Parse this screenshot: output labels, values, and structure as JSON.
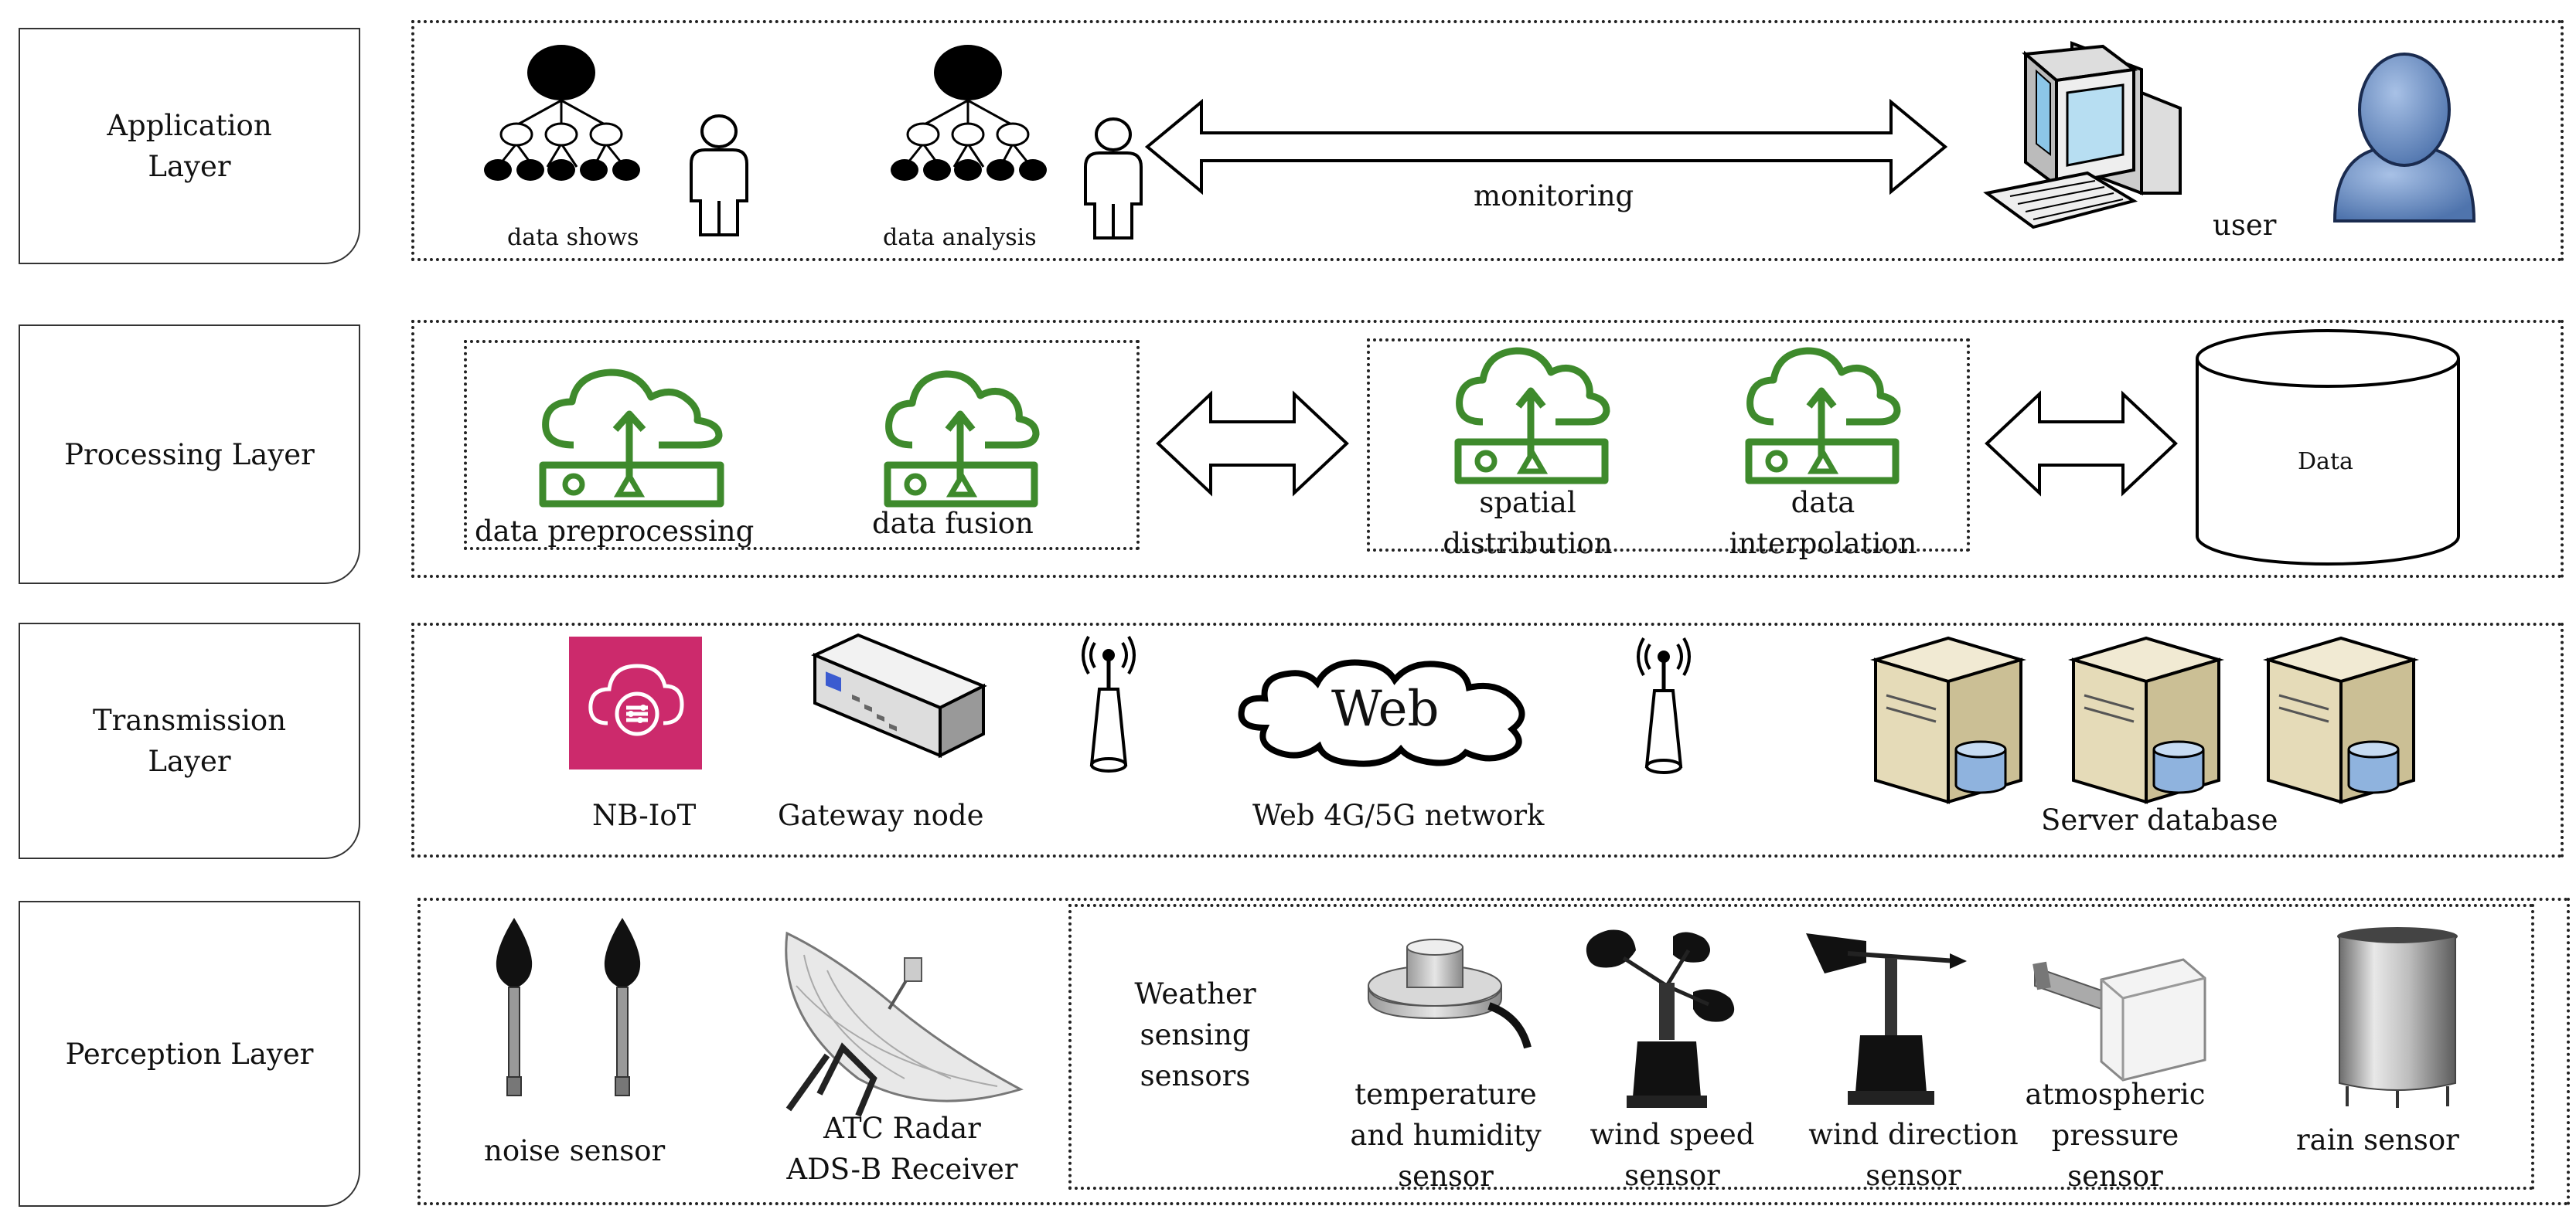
{
  "layers": {
    "application": "Application\nLayer",
    "processing": "Processing Layer",
    "transmission": "Transmission\nLayer",
    "perception": "Perception Layer"
  },
  "application": {
    "data_shows": "data shows",
    "data_analysis": "data analysis",
    "monitoring": "monitoring",
    "user": "user"
  },
  "processing": {
    "data_preprocessing": "data preprocessing",
    "data_fusion": "data fusion",
    "spatial_distribution": "spatial\ndistribution",
    "data_interpolation": "data\ninterpolation",
    "data": "Data"
  },
  "transmission": {
    "nbiot": "NB-IoT",
    "gateway_node": "Gateway node",
    "web_cloud": "Web",
    "web_network": "Web 4G/5G network",
    "server_database": "Server database"
  },
  "perception": {
    "noise_sensor": "noise sensor",
    "atc_radar": "ATC Radar\nADS-B Receiver",
    "weather_sensing": "Weather\nsensing\nsensors",
    "temperature_humidity": "temperature\nand humidity\nsensor",
    "wind_speed": "wind speed\nsensor",
    "wind_direction": "wind direction\nsensor",
    "atmospheric_pressure": "atmospheric\npressure\nsensor",
    "rain_sensor": "rain sensor"
  },
  "colors": {
    "cloud_green": "#3e8a2c",
    "nbiot_magenta": "#cc2a6c",
    "user_blue": "#6b8fc4"
  }
}
